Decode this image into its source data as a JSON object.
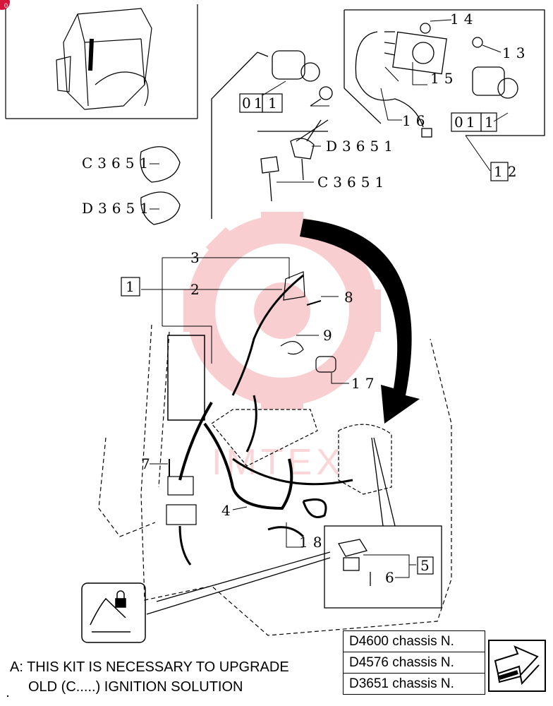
{
  "badge": {
    "text": "0"
  },
  "callouts": {
    "c14": "14",
    "c13": "13",
    "c15": "15",
    "c16": "16",
    "c12": "12",
    "c3": "3",
    "c2": "2",
    "c8": "8",
    "c9": "9",
    "c17": "17",
    "c7": "7",
    "c4": "4",
    "c18": "18",
    "c6": "6",
    "c5": "5",
    "c1a": "1",
    "c1b": "1",
    "c1c": "1",
    "c01a": "01",
    "c01b": "01",
    "d3651a": "D3651",
    "d3651b": "D3651",
    "c3651a": "C3651",
    "c3651b": "C3651"
  },
  "note": {
    "line1": "A: THIS KIT IS NECESSARY TO UPGRADE",
    "line2": "OLD (C.....) IGNITION SOLUTION"
  },
  "chassis_list": [
    "D4600 chassis N.",
    "D4576 chassis N.",
    "D3651 chassis N."
  ],
  "watermark": {
    "text": "IMTEX",
    "color": "#e8252c"
  },
  "icons": {
    "lock": "padlock-icon",
    "nav": "next-page-arrow-icon"
  }
}
